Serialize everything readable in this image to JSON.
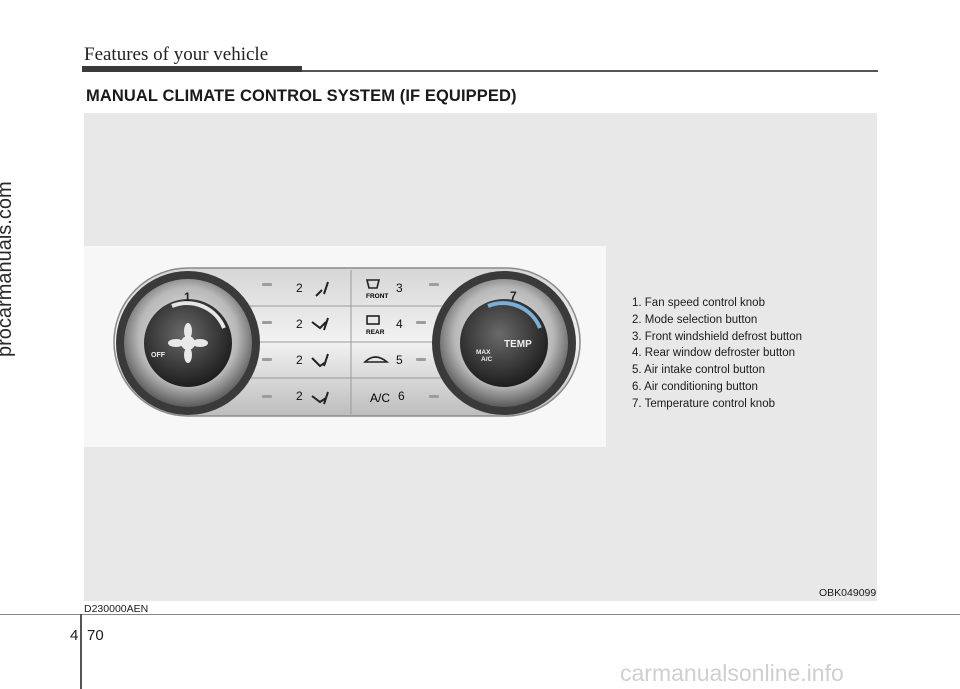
{
  "header": {
    "title": "Features of your vehicle"
  },
  "section": {
    "title": "MANUAL CLIMATE CONTROL SYSTEM (IF EQUIPPED)"
  },
  "panel": {
    "callouts": [
      "1",
      "2",
      "2",
      "2",
      "2",
      "3",
      "4",
      "5",
      "6",
      "7"
    ],
    "labels": {
      "off": "OFF",
      "front": "FRONT",
      "rear": "REAR",
      "ac": "A/C",
      "temp": "TEMP",
      "max": "MAX",
      "max_ac": "A/C"
    }
  },
  "legend": {
    "items": [
      "1. Fan speed control knob",
      "2. Mode selection button",
      "3. Front windshield defrost button",
      "4. Rear window defroster button",
      "5. Air intake control button",
      "6. Air conditioning button",
      "7. Temperature control knob"
    ]
  },
  "figure": {
    "code": "OBK049099"
  },
  "doc": {
    "code": "D230000AEN"
  },
  "page": {
    "section": "4",
    "number": "70"
  },
  "watermarks": {
    "side": "procarmanuals.com",
    "footer": "carmanualsonline.info"
  }
}
